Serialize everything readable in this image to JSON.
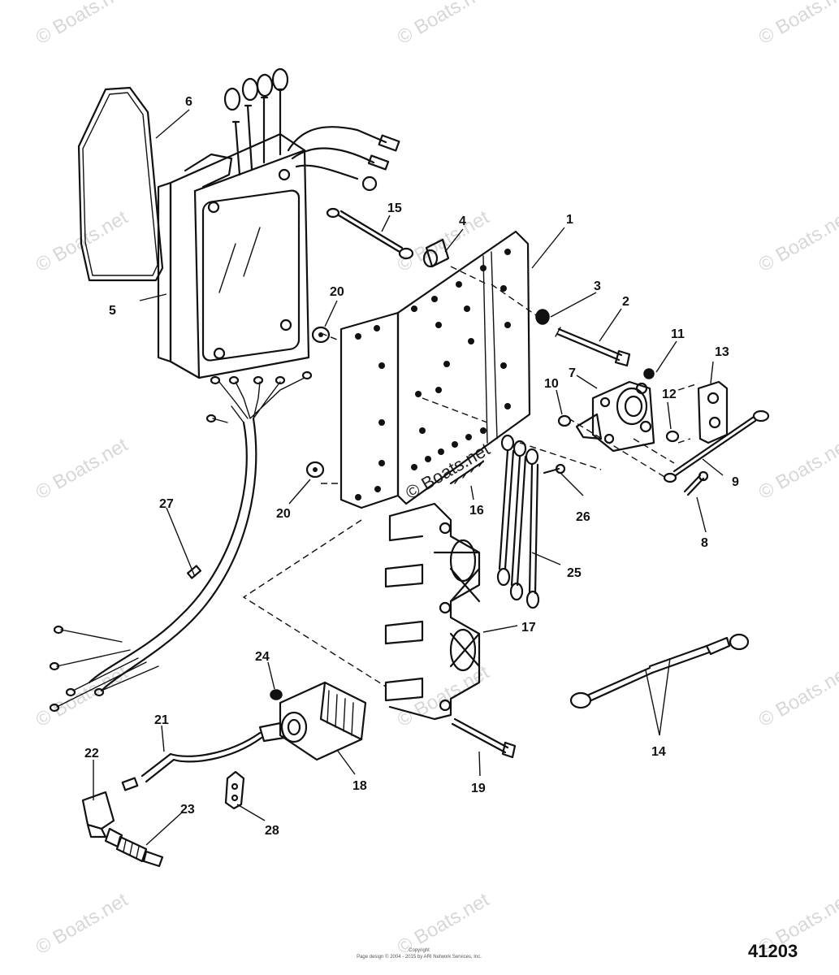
{
  "diagram": {
    "reference_number": "41203",
    "copyright_line1": "Copyright",
    "copyright_line2": "Page design © 2004 - 2015 by ARI Network Services, Inc.",
    "watermark_text": "© Boats.net",
    "part_numbers": [
      "1",
      "2",
      "3",
      "4",
      "5",
      "6",
      "7",
      "8",
      "9",
      "10",
      "11",
      "12",
      "13",
      "14",
      "15",
      "16",
      "17",
      "18",
      "19",
      "20",
      "20",
      "21",
      "22",
      "23",
      "24",
      "25",
      "26",
      "27",
      "28"
    ]
  }
}
